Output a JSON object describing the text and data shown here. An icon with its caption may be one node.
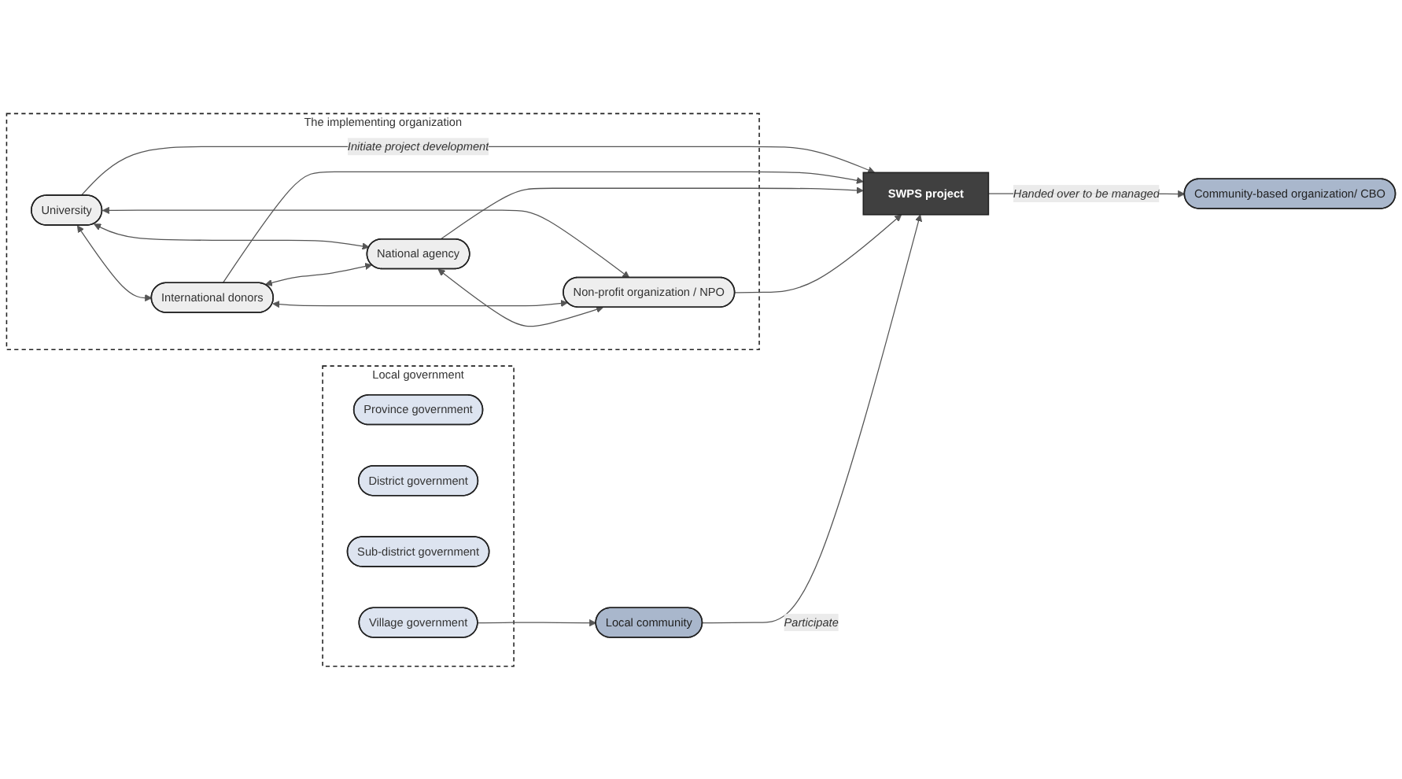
{
  "diagram": {
    "nodes": [
      {
        "text": [
          "The implementing organization"
        ]
      },
      {
        "text": [
          "University"
        ],
        "in": 0
      },
      {
        "text": [
          "International donors"
        ],
        "in": 0
      },
      {
        "text": [
          "National agency"
        ],
        "in": 0
      },
      {
        "text": [
          "Non-profit organization / NPO"
        ],
        "in": 0
      },
      {
        "text": [
          "SWPS project"
        ]
      },
      {
        "text": [
          "Local government"
        ]
      },
      {
        "text": [
          "Province government"
        ],
        "in": 6
      },
      {
        "text": [
          "District government"
        ],
        "in": 6
      },
      {
        "text": [
          "Sub-district government"
        ],
        "in": 6
      },
      {
        "text": [
          "Village government"
        ],
        "in": 6
      },
      {
        "text": [
          "Community-based organization/ CBO"
        ]
      },
      {
        "text": [
          "Local community"
        ]
      }
    ],
    "edges": [
      {
        "from": 1,
        "to": 2,
        "arrow": "both"
      },
      {
        "from": 1,
        "to": 3,
        "arrow": "both"
      },
      {
        "from": 1,
        "to": 4,
        "arrow": "both"
      },
      {
        "from": 2,
        "to": 3,
        "arrow": "both"
      },
      {
        "from": 2,
        "to": 4,
        "arrow": "both"
      },
      {
        "from": 3,
        "to": 4,
        "arrow": "both"
      },
      {
        "from": 1,
        "to": 5,
        "label": "Initiate project development",
        "arrow": "to"
      },
      {
        "from": 2,
        "to": 5,
        "arrow": "to"
      },
      {
        "from": 3,
        "to": 5,
        "arrow": "to"
      },
      {
        "from": 4,
        "to": 5,
        "arrow": "to"
      },
      {
        "from": 5,
        "to": 11,
        "label": "Handed over to be managed",
        "arrow": "to"
      },
      {
        "from": 12,
        "to": 5,
        "label": "Participate",
        "arrow": "to"
      },
      {
        "from": 10,
        "to": 12,
        "arrow": "to"
      }
    ]
  }
}
